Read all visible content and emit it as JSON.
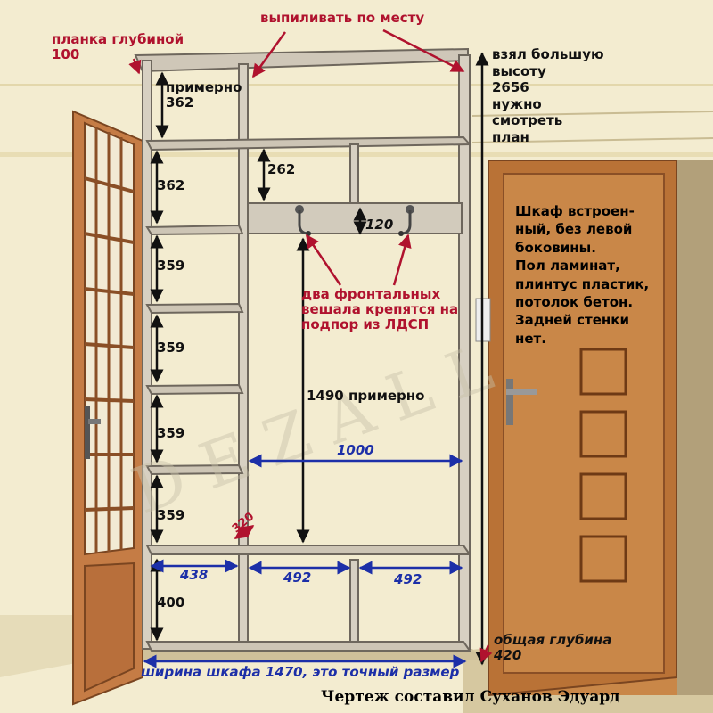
{
  "labels": {
    "depth_strip": "планка глубиной\n100",
    "cut_on_site": "выпиливать по месту",
    "approx_362": "примерно\n362",
    "took_height": "взял большую\nвысоту\n2656\nнужно\nсмотреть\nплан",
    "shelf_362": "362",
    "shelf_359_a": "359",
    "shelf_359_b": "359",
    "shelf_359_c": "359",
    "shelf_359_d": "359",
    "drawer_400": "400",
    "bay_438": "438",
    "bay_492_a": "492",
    "bay_492_b": "492",
    "height_262": "262",
    "rail_120": "120",
    "hangers_note": "два фронтальных\nвешала крепятся на\nподпор из ЛДСП",
    "hang_height": "1490 примерно",
    "width_1000": "1000",
    "depth_320": "320",
    "total_width": "ширина шкафа 1470, это точный размер",
    "total_depth": "общая глубина\n420",
    "description": "Шкаф встроен-\nный, без левой\nбоковины.\nПол ламинат,\nплинтус пластик,\nпотолок бетон.\nЗадней стенки\nнет.",
    "credit": "Чертеж составил Суханов Эдуард",
    "watermark": "DEZALL"
  },
  "colors": {
    "wall": "#f3ecd0",
    "wall_stripe": "#e8ddb4",
    "floor": "#d6c8a0",
    "wood": "#c07a45",
    "wood_dark": "#8a4f26",
    "cabinet_edge": "#6e675d",
    "cabinet_face": "#d7d0c2",
    "black_arrows": "#111111",
    "red_text": "#b0122e",
    "blue_dims": "#1c2fa8"
  }
}
